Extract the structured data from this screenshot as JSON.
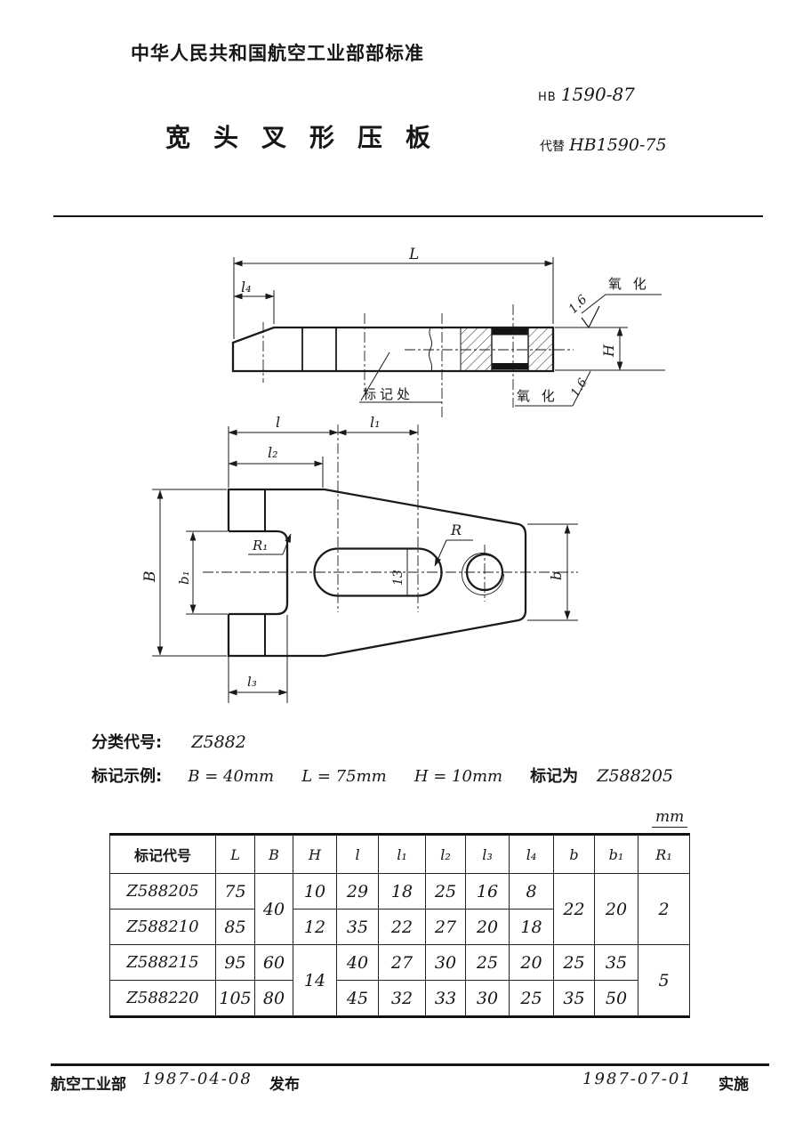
{
  "header": {
    "org_standard": "中华人民共和国航空工业部部标准",
    "standard_prefix": "HB",
    "standard_number": "1590-87",
    "title": "宽头叉形压板",
    "replaces_label": "代替",
    "replaces_number": "HB1590-75"
  },
  "drawing": {
    "labels": {
      "L": "L",
      "l4": "l₄",
      "H": "H",
      "l": "l",
      "l1": "l₁",
      "l2": "l₂",
      "l3": "l₃",
      "B": "B",
      "b": "b",
      "b1": "b₁",
      "R": "R",
      "R1": "R₁",
      "slot_width": "13",
      "oxide_top": "氧 化",
      "roughness_top": "1.6",
      "oxide_bottom": "氧 化",
      "roughness_bottom": "1.6",
      "marking_spot": "标记处"
    }
  },
  "classification": {
    "label": "分类代号:",
    "code": "Z5882"
  },
  "marking_example": {
    "label": "标记示例:",
    "params": [
      "B = 40mm",
      "L = 75mm",
      "H = 10mm"
    ],
    "suffix": "标记为",
    "code": "Z588205"
  },
  "table": {
    "unit": "mm",
    "headers": [
      "标记代号",
      "L",
      "B",
      "H",
      "l",
      "l₁",
      "l₂",
      "l₃",
      "l₄",
      "b",
      "b₁",
      "R₁"
    ],
    "rows": [
      {
        "code": "Z588205",
        "L": "75",
        "B": "40",
        "H": "10",
        "l": "29",
        "l1": "18",
        "l2": "25",
        "l3": "16",
        "l4": "8",
        "b": "22",
        "b1": "20",
        "R1": "2"
      },
      {
        "code": "Z588210",
        "L": "85",
        "H": "12",
        "l": "35",
        "l1": "22",
        "l2": "27",
        "l3": "20",
        "l4": "18"
      },
      {
        "code": "Z588215",
        "L": "95",
        "B": "60",
        "H": "14",
        "l": "40",
        "l1": "27",
        "l2": "30",
        "l3": "25",
        "l4": "20",
        "b": "25",
        "b1": "35",
        "R1": "5"
      },
      {
        "code": "Z588220",
        "L": "105",
        "B": "80",
        "l": "45",
        "l1": "32",
        "l2": "33",
        "l3": "30",
        "l4": "25",
        "b": "35",
        "b1": "50"
      }
    ]
  },
  "footer": {
    "org": "航空工业部",
    "release_date": "1987-04-08",
    "release_label": "发布",
    "implement_date": "1987-07-01",
    "implement_label": "实施"
  }
}
